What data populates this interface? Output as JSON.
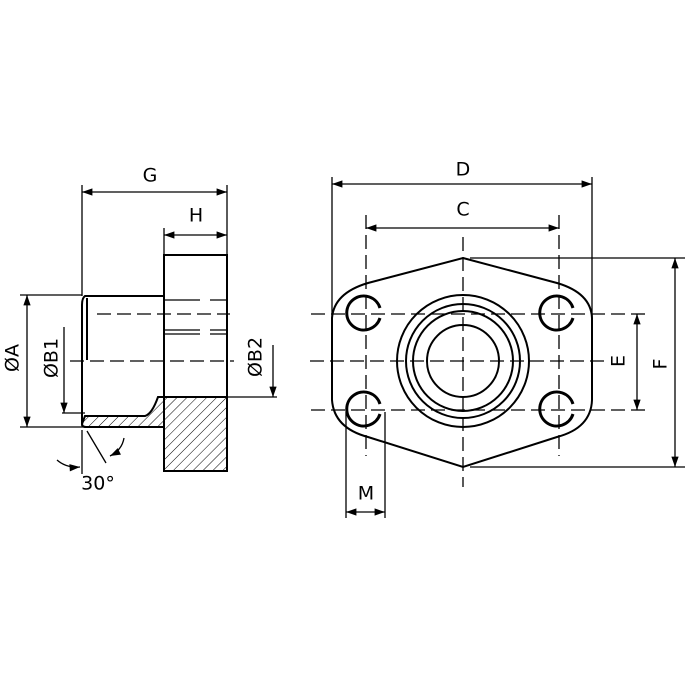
{
  "labels": {
    "G": "G",
    "H": "H",
    "diameter_A": "ØA",
    "diameter_B1": "ØB1",
    "diameter_B2": "ØB2",
    "angle": "30°",
    "D": "D",
    "C": "C",
    "E": "E",
    "F": "F",
    "M": "M"
  },
  "colors": {
    "line": "#000000",
    "background": "#ffffff"
  }
}
